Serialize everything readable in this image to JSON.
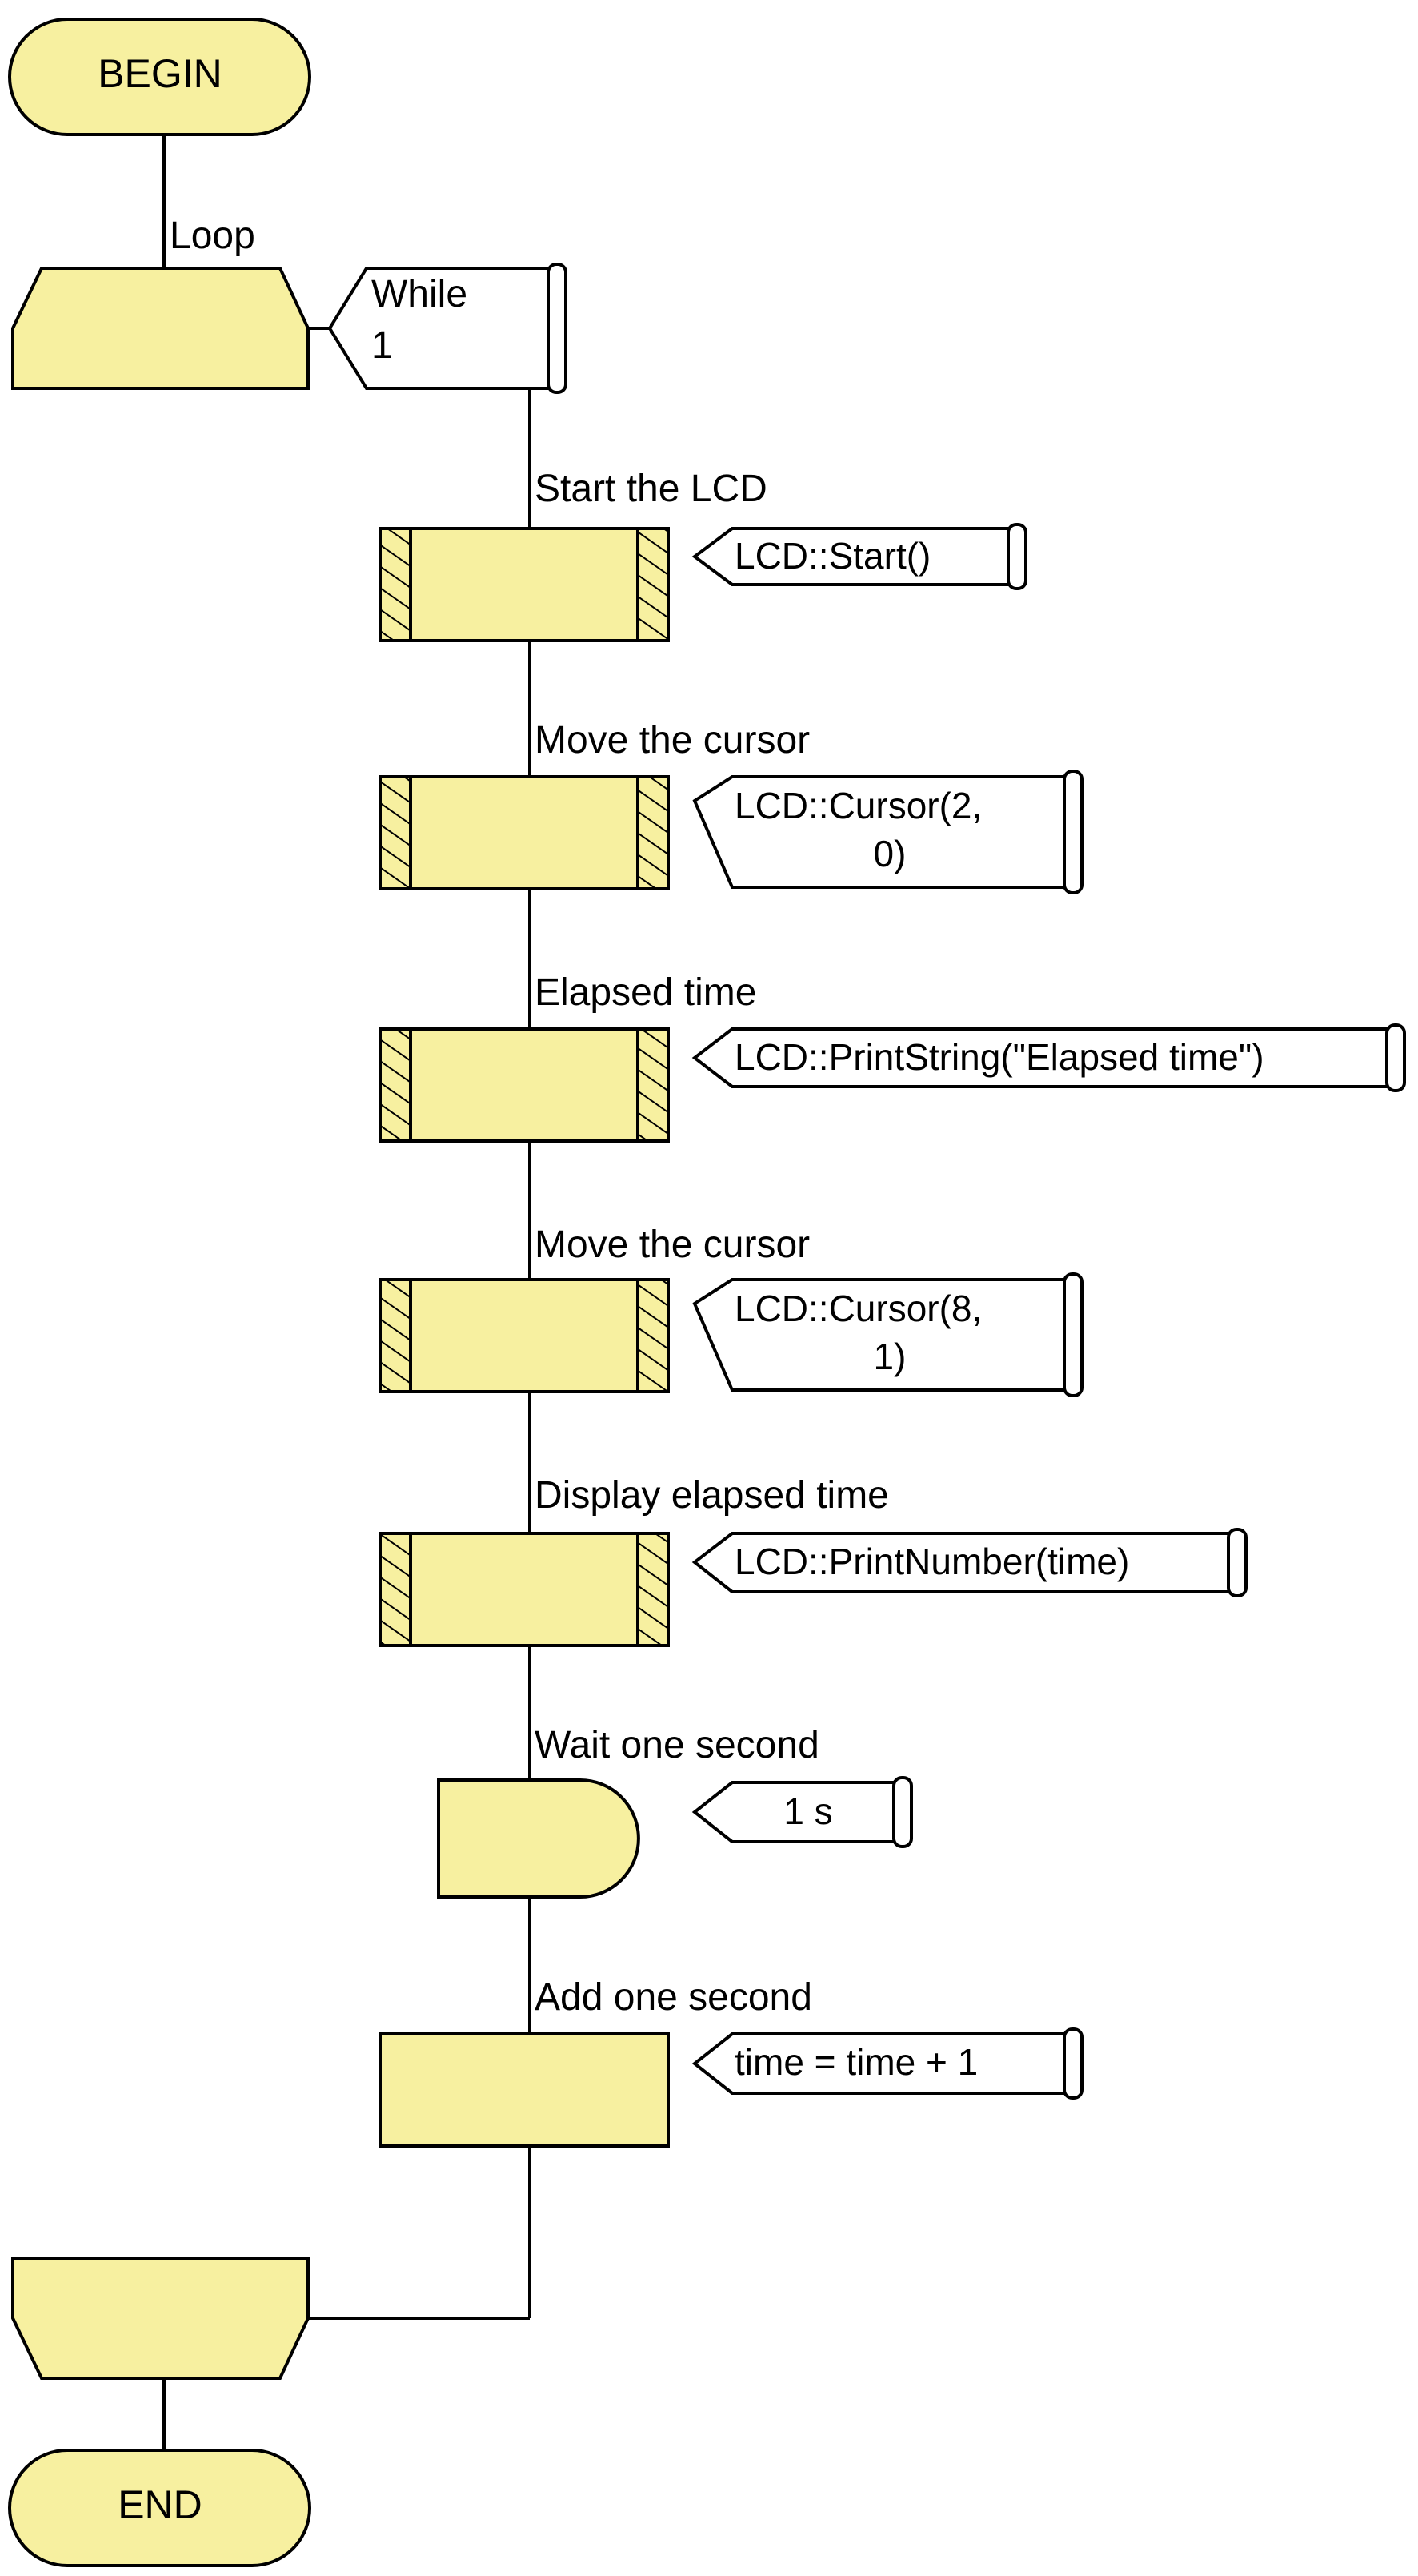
{
  "colors": {
    "shape_fill": "#F7F0A0",
    "line": "#000000",
    "tag_fill": "#FFFFFF",
    "background": "#FFFFFF"
  },
  "start": {
    "label": "BEGIN"
  },
  "loop": {
    "label": "Loop",
    "condition_line1": "While",
    "condition_line2": "1"
  },
  "steps": [
    {
      "label": "Start the LCD",
      "code": "LCD::Start()"
    },
    {
      "label": "Move the cursor",
      "code_line1": "LCD::Cursor(2,",
      "code_line2": "0)"
    },
    {
      "label": "Elapsed time",
      "code": "LCD::PrintString(\"Elapsed time\")"
    },
    {
      "label": "Move the cursor",
      "code_line1": "LCD::Cursor(8,",
      "code_line2": "1)"
    },
    {
      "label": "Display elapsed time",
      "code": "LCD::PrintNumber(time)"
    },
    {
      "label": "Wait one second",
      "code": "1 s"
    },
    {
      "label": "Add one second",
      "code": "time = time + 1"
    }
  ],
  "end": {
    "label": "END"
  }
}
